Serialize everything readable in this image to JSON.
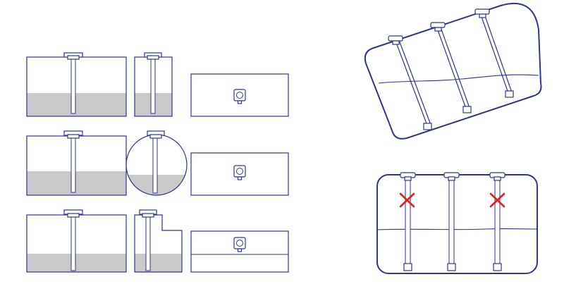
{
  "colors": {
    "outline": "#2e3592",
    "fuel": "#c9c9c9",
    "background": "#ffffff",
    "cross": "#e02020",
    "sensor_head": "#ffffff"
  },
  "icons": {
    "sensor": "fuel-level-sensor-icon",
    "invalid_mark": "red-x-icon",
    "top_view_marker": "sensor-head-top-view-icon"
  },
  "diagram": {
    "installation_examples": [
      {
        "shape": "rectangular",
        "view": "side",
        "fill_level": 0.33
      },
      {
        "shape": "rectangular-narrow",
        "view": "side",
        "fill_level": 0.33
      },
      {
        "shape": "rectangular",
        "view": "top"
      },
      {
        "shape": "rectangular",
        "view": "side",
        "fill_level": 0.38
      },
      {
        "shape": "cylindrical",
        "view": "side",
        "fill_level": 0.34
      },
      {
        "shape": "rectangular",
        "view": "top"
      },
      {
        "shape": "rectangular",
        "view": "side",
        "fill_level": 0.28
      },
      {
        "shape": "stepped",
        "view": "side",
        "fill_level": 0.28
      },
      {
        "shape": "rectangular",
        "view": "top"
      }
    ],
    "tilted_tank": {
      "sensors": 3,
      "tilt_degrees": 22
    },
    "level_tank": {
      "sensors": 3,
      "invalid_sensors": [
        0,
        2
      ]
    }
  }
}
